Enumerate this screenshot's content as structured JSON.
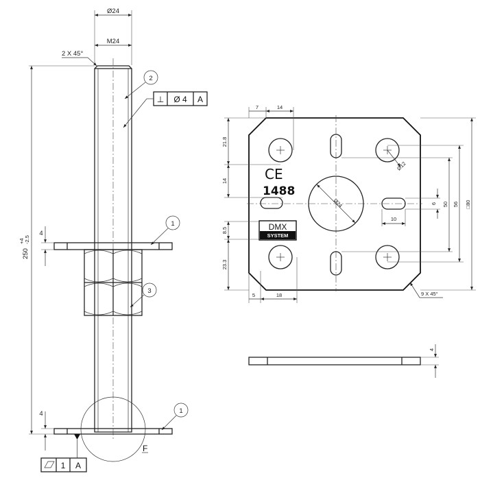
{
  "title": "",
  "elevation": {
    "dia_top": "Ø24",
    "thread": "M24",
    "chamfer": "2 X 45°",
    "length_value": "250",
    "length_tol_upper": "+4",
    "length_tol_lower": "-2.5",
    "plate_thickness_upper": "4",
    "plate_thickness_lower": "4",
    "detail_label": "F",
    "balloons": [
      "2",
      "1",
      "3",
      "1"
    ],
    "fcf_perpendicular": {
      "symbol": "⊥",
      "tolerance": "Ø 4",
      "datum": "A"
    },
    "fcf_flatness": {
      "tolerance": "1",
      "datum": "A"
    }
  },
  "plan": {
    "dim_7": "7",
    "dim_14_top": "14",
    "dim_21_8": "21.8",
    "dim_14_left": "14",
    "dim_8_5": "8.5",
    "dim_23_3": "23.3",
    "dim_5": "5",
    "dim_18": "18",
    "dim_dia12": "Ø12",
    "dim_dia24": "Ø24",
    "dim_6": "6",
    "dim_10": "10",
    "dim_50": "50",
    "dim_56": "56",
    "dim_80": "□80",
    "chamfer": "9 X 45°",
    "ce_mark": "CE",
    "cert_number": "1488",
    "brand_top": "DMX",
    "brand_bottom": "SYSTEM"
  },
  "side": {
    "thickness": "4"
  }
}
